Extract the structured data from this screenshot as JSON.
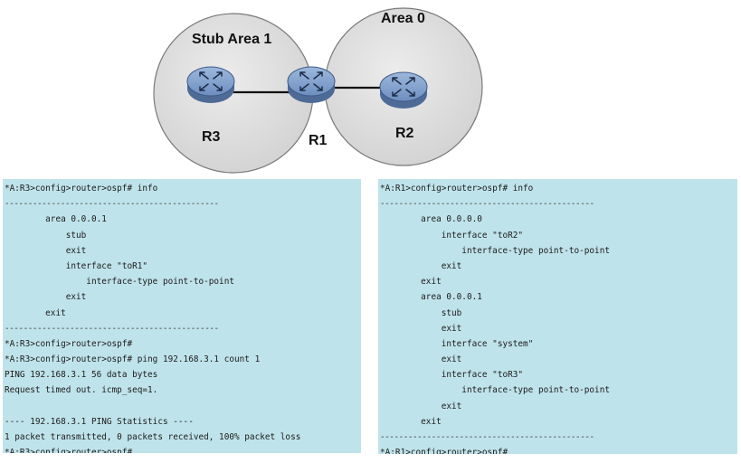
{
  "diagram": {
    "areas": [
      {
        "id": "stub-area-1",
        "label": "Stub Area 1"
      },
      {
        "id": "area-0",
        "label": "Area 0"
      }
    ],
    "routers": [
      {
        "id": "r3",
        "label": "R3"
      },
      {
        "id": "r1",
        "label": "R1"
      },
      {
        "id": "r2",
        "label": "R2"
      }
    ],
    "colors": {
      "area_fill": "#dcdcdc",
      "area_stroke": "#7a7a7a",
      "router_fill": "#7f9ec8",
      "router_dark": "#4e6a96"
    }
  },
  "console_left": {
    "lines": [
      "*A:R3>config>router>ospf# info",
      "----------------------------------------------",
      "        area 0.0.0.1",
      "            stub",
      "            exit",
      "            interface \"toR1\"",
      "                interface-type point-to-point",
      "            exit",
      "        exit",
      "----------------------------------------------",
      "*A:R3>config>router>ospf#",
      "*A:R3>config>router>ospf# ping 192.168.3.1 count 1",
      "PING 192.168.3.1 56 data bytes",
      "Request timed out. icmp_seq=1.",
      "",
      "---- 192.168.3.1 PING Statistics ----",
      "1 packet transmitted, 0 packets received, 100% packet loss",
      "*A:R3>config>router>ospf#"
    ]
  },
  "console_right": {
    "lines": [
      "*A:R1>config>router>ospf# info",
      "----------------------------------------------",
      "        area 0.0.0.0",
      "            interface \"toR2\"",
      "                interface-type point-to-point",
      "            exit",
      "        exit",
      "        area 0.0.0.1",
      "            stub",
      "            exit",
      "            interface \"system\"",
      "            exit",
      "            interface \"toR3\"",
      "                interface-type point-to-point",
      "            exit",
      "        exit",
      "----------------------------------------------",
      "*A:R1>config>router>ospf#"
    ]
  }
}
